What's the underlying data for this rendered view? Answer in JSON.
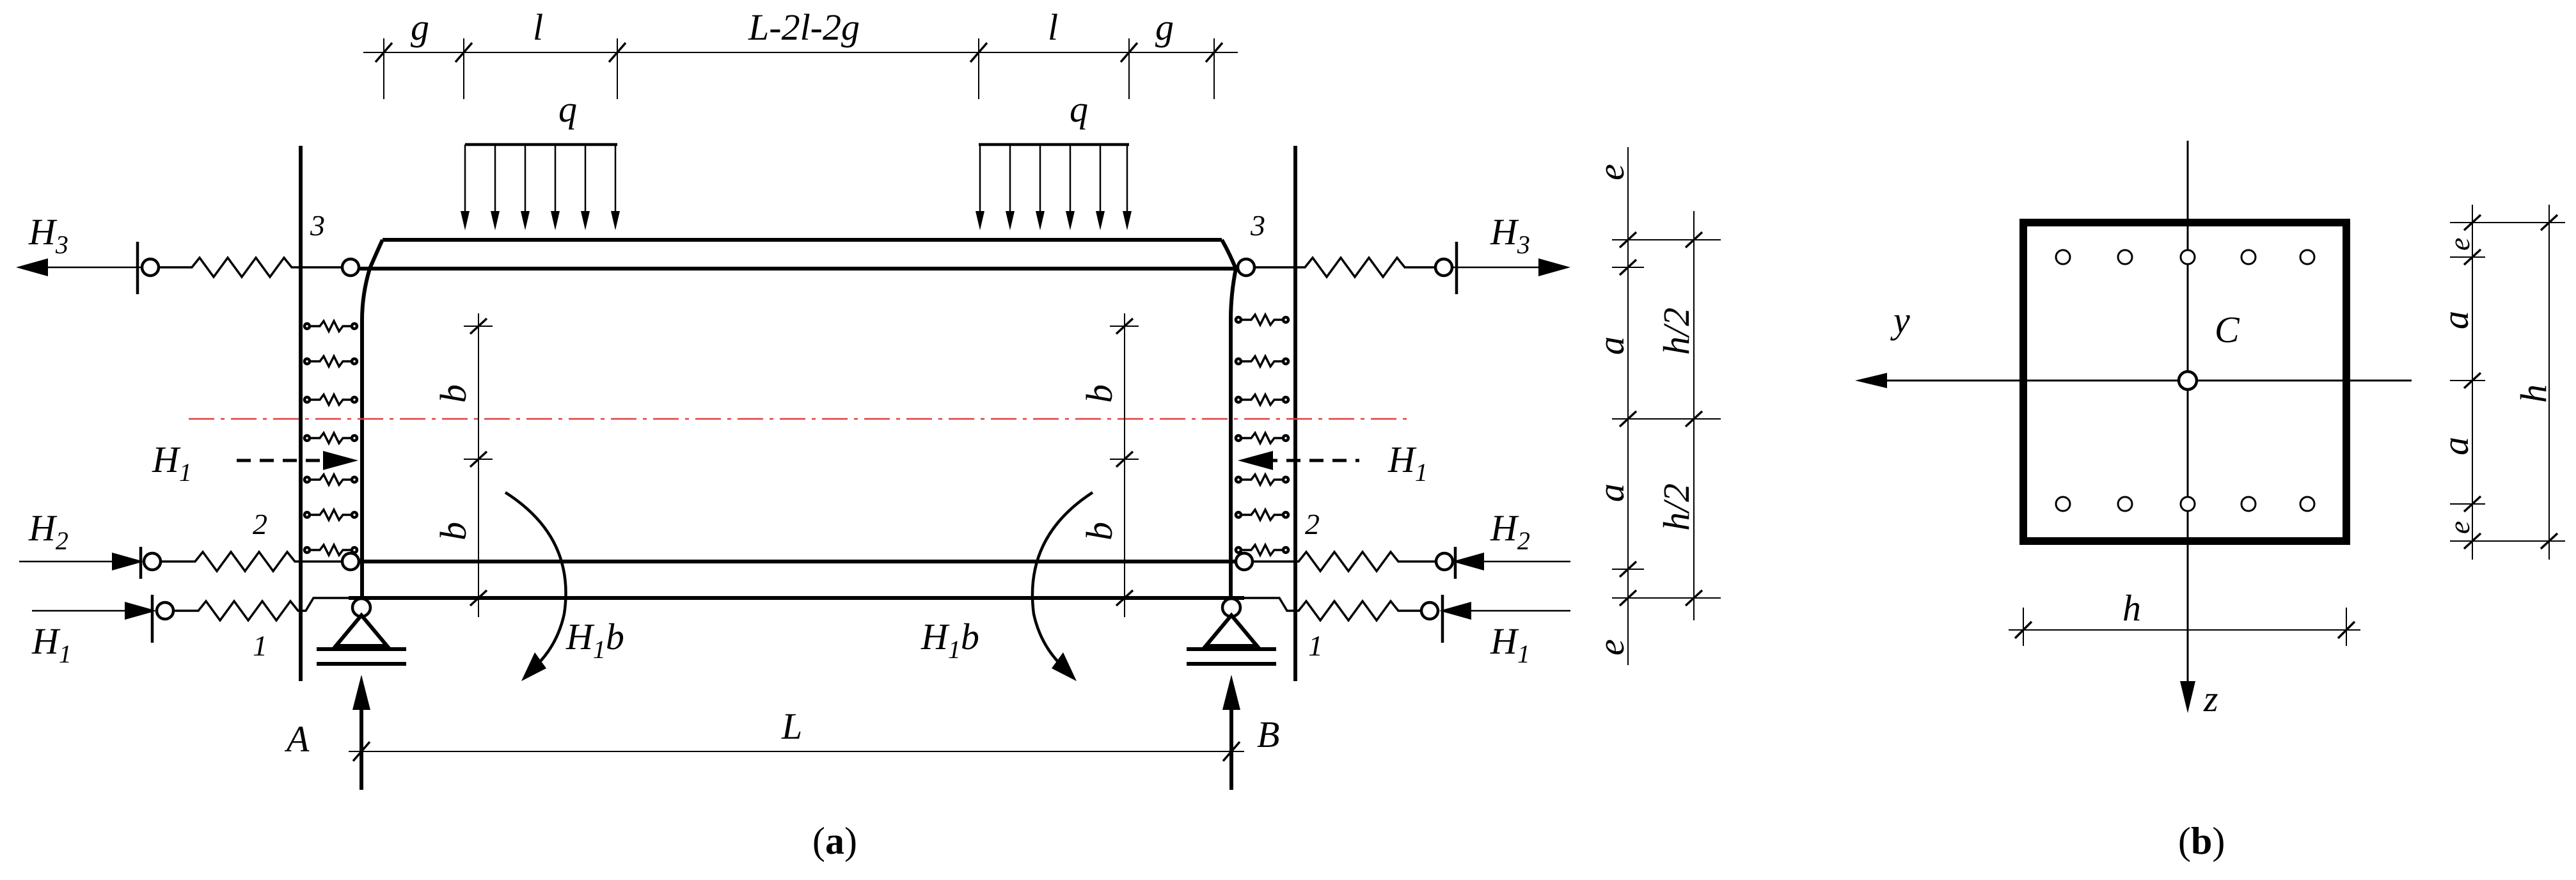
{
  "panel_a": {
    "caption": "a",
    "top_dims": {
      "g_left": "g",
      "l_left": "l",
      "middle": "L-2l-2g",
      "l_right": "l",
      "g_right": "g"
    },
    "loads": {
      "left": "q",
      "right": "q"
    },
    "forces": {
      "H3_left": "H",
      "H3_left_sub": "3",
      "H3_right": "H",
      "H3_right_sub": "3",
      "H2_left": "H",
      "H2_left_sub": "2",
      "H2_right": "H",
      "H2_right_sub": "2",
      "H1_left": "H",
      "H1_left_sub": "1",
      "H1_right": "H",
      "H1_right_sub": "1",
      "H1_mid_left": "H",
      "H1_mid_left_sub": "1",
      "H1_mid_right": "H",
      "H1_mid_right_sub": "1"
    },
    "moments": {
      "left_main": "H",
      "left_sub": "1",
      "left_tail": "b",
      "right_main": "H",
      "right_sub": "1",
      "right_tail": "b"
    },
    "level_numbers": {
      "n3_left": "3",
      "n3_right": "3",
      "n2_left": "2",
      "n2_right": "2",
      "n1_left": "1",
      "n1_right": "1"
    },
    "inner_dims": {
      "b1_left": "b",
      "b2_left": "b",
      "b1_right": "b",
      "b2_right": "b"
    },
    "supports": {
      "A": "A",
      "B": "B"
    },
    "span": "L",
    "right_dims": {
      "e_top": "e",
      "a_top": "a",
      "a_bot": "a",
      "e_bot": "e",
      "h2_top": "h/2",
      "h2_bot": "h/2"
    }
  },
  "panel_b": {
    "caption": "b",
    "y_axis": "y",
    "z_axis": "z",
    "center": "C",
    "width_dim": "h",
    "right_dims": {
      "e_top": "e",
      "a_top": "a",
      "a_bot": "a",
      "e_bot": "e",
      "h": "h"
    }
  }
}
